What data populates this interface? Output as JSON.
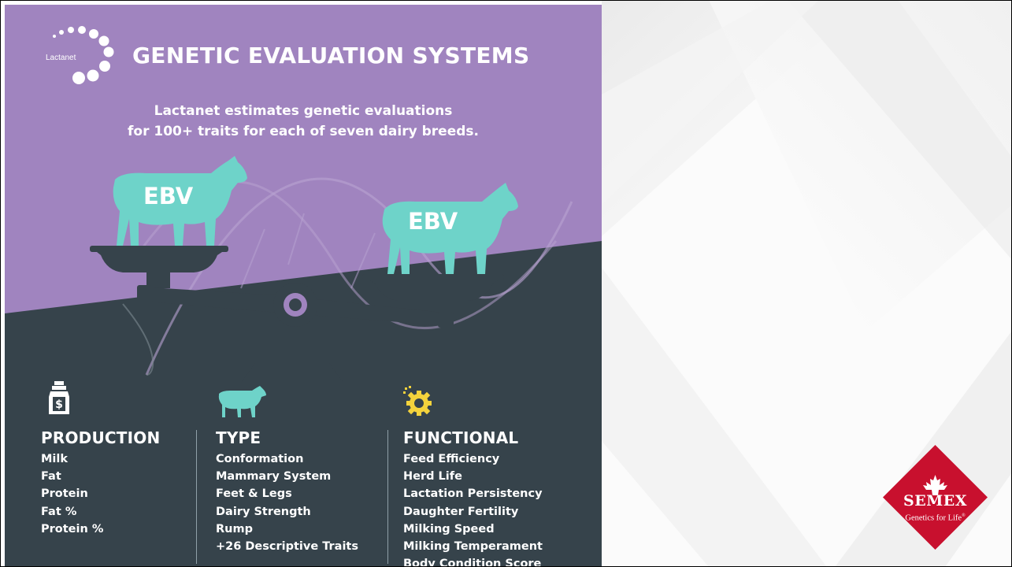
{
  "brand": {
    "logo_text": "Lactanet",
    "title": "GENETIC EVALUATION SYSTEMS",
    "subtitle_lines": [
      "Lactanet estimates genetic evaluations",
      "for 100+ traits for each of seven dairy breeds."
    ]
  },
  "scale": {
    "left_label": "EBV",
    "right_label": "EBV"
  },
  "columns": {
    "production": {
      "heading": "PRODUCTION",
      "icon": "milk-can-dollar-icon",
      "items": [
        "Milk",
        "Fat",
        "Protein",
        "Fat %",
        "Protein %"
      ]
    },
    "type": {
      "heading": "TYPE",
      "icon": "cow-icon",
      "items": [
        "Conformation",
        "Mammary System",
        "Feet & Legs",
        "Dairy Strength",
        "Rump",
        "+26 Descriptive Traits"
      ]
    },
    "functional": {
      "heading": "FUNCTIONAL",
      "icon": "gear-icon",
      "items": [
        "Feed Efficiency",
        "Herd Life",
        "Lactation Persistency",
        "Daughter Fertility",
        "Milking Speed",
        "Milking Temperament",
        "Body Condition Score"
      ]
    }
  },
  "semex": {
    "name": "SEMEX",
    "tagline": "Genetics for Life",
    "tagline_mark": "®"
  },
  "colors": {
    "purple": "#a084bf",
    "slate": "#36434b",
    "teal": "#6ed3c9",
    "yellow": "#f4d33c",
    "semex_red": "#c8102e"
  }
}
